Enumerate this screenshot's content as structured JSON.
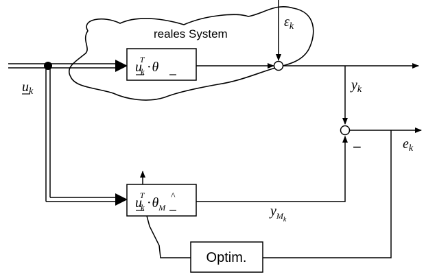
{
  "labels": {
    "system": "reales System",
    "input_var": "u",
    "input_sub": "k",
    "noise_var": "ε",
    "noise_sub": "k",
    "output_var": "y",
    "output_sub": "k",
    "model_output_var": "y",
    "model_output_sub": "M",
    "model_output_subsub": "k",
    "error_var": "e",
    "error_sub": "k",
    "minus_sign": "−"
  },
  "blocks": {
    "system_block": {
      "u": "u",
      "k": "k",
      "T": "T",
      "dot": "·",
      "theta": "θ"
    },
    "model_block": {
      "u": "u",
      "k": "k",
      "T": "T",
      "dot": "·",
      "theta": "θ",
      "hat": "^",
      "M": "M"
    },
    "optimizer_block": {
      "label": "Optim."
    }
  },
  "colors": {
    "line": "#000000",
    "background": "#ffffff"
  }
}
